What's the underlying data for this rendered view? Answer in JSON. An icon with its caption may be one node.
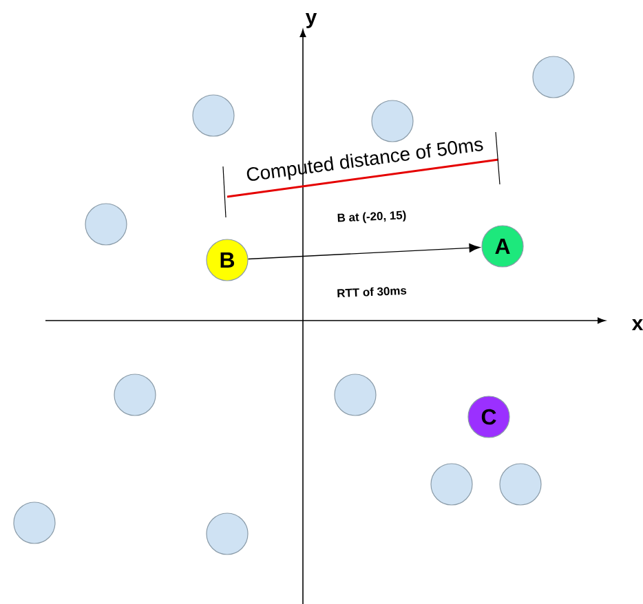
{
  "diagram": {
    "nodes": [
      {
        "text": [],
        "shape": "circle"
      },
      {
        "text": [],
        "shape": "circle"
      },
      {
        "text": [],
        "shape": "circle"
      },
      {
        "text": [],
        "shape": "circle"
      },
      {
        "text": [
          "A"
        ]
      },
      {
        "text": [
          "B"
        ]
      },
      {
        "text": [],
        "shape": "circle"
      },
      {
        "text": [],
        "shape": "circle"
      },
      {
        "text": [
          "C"
        ]
      },
      {
        "text": [],
        "shape": "circle"
      },
      {
        "text": [],
        "shape": "circle"
      },
      {
        "text": [],
        "shape": "circle"
      },
      {
        "text": [],
        "shape": "circle"
      }
    ],
    "edges": [
      {
        "from": 5,
        "to": 4,
        "arrow": "to"
      }
    ],
    "labels": [
      "y",
      "x",
      "Computed distance of 50ms",
      "B at (-20, 15)",
      "RTT of 30ms"
    ]
  }
}
